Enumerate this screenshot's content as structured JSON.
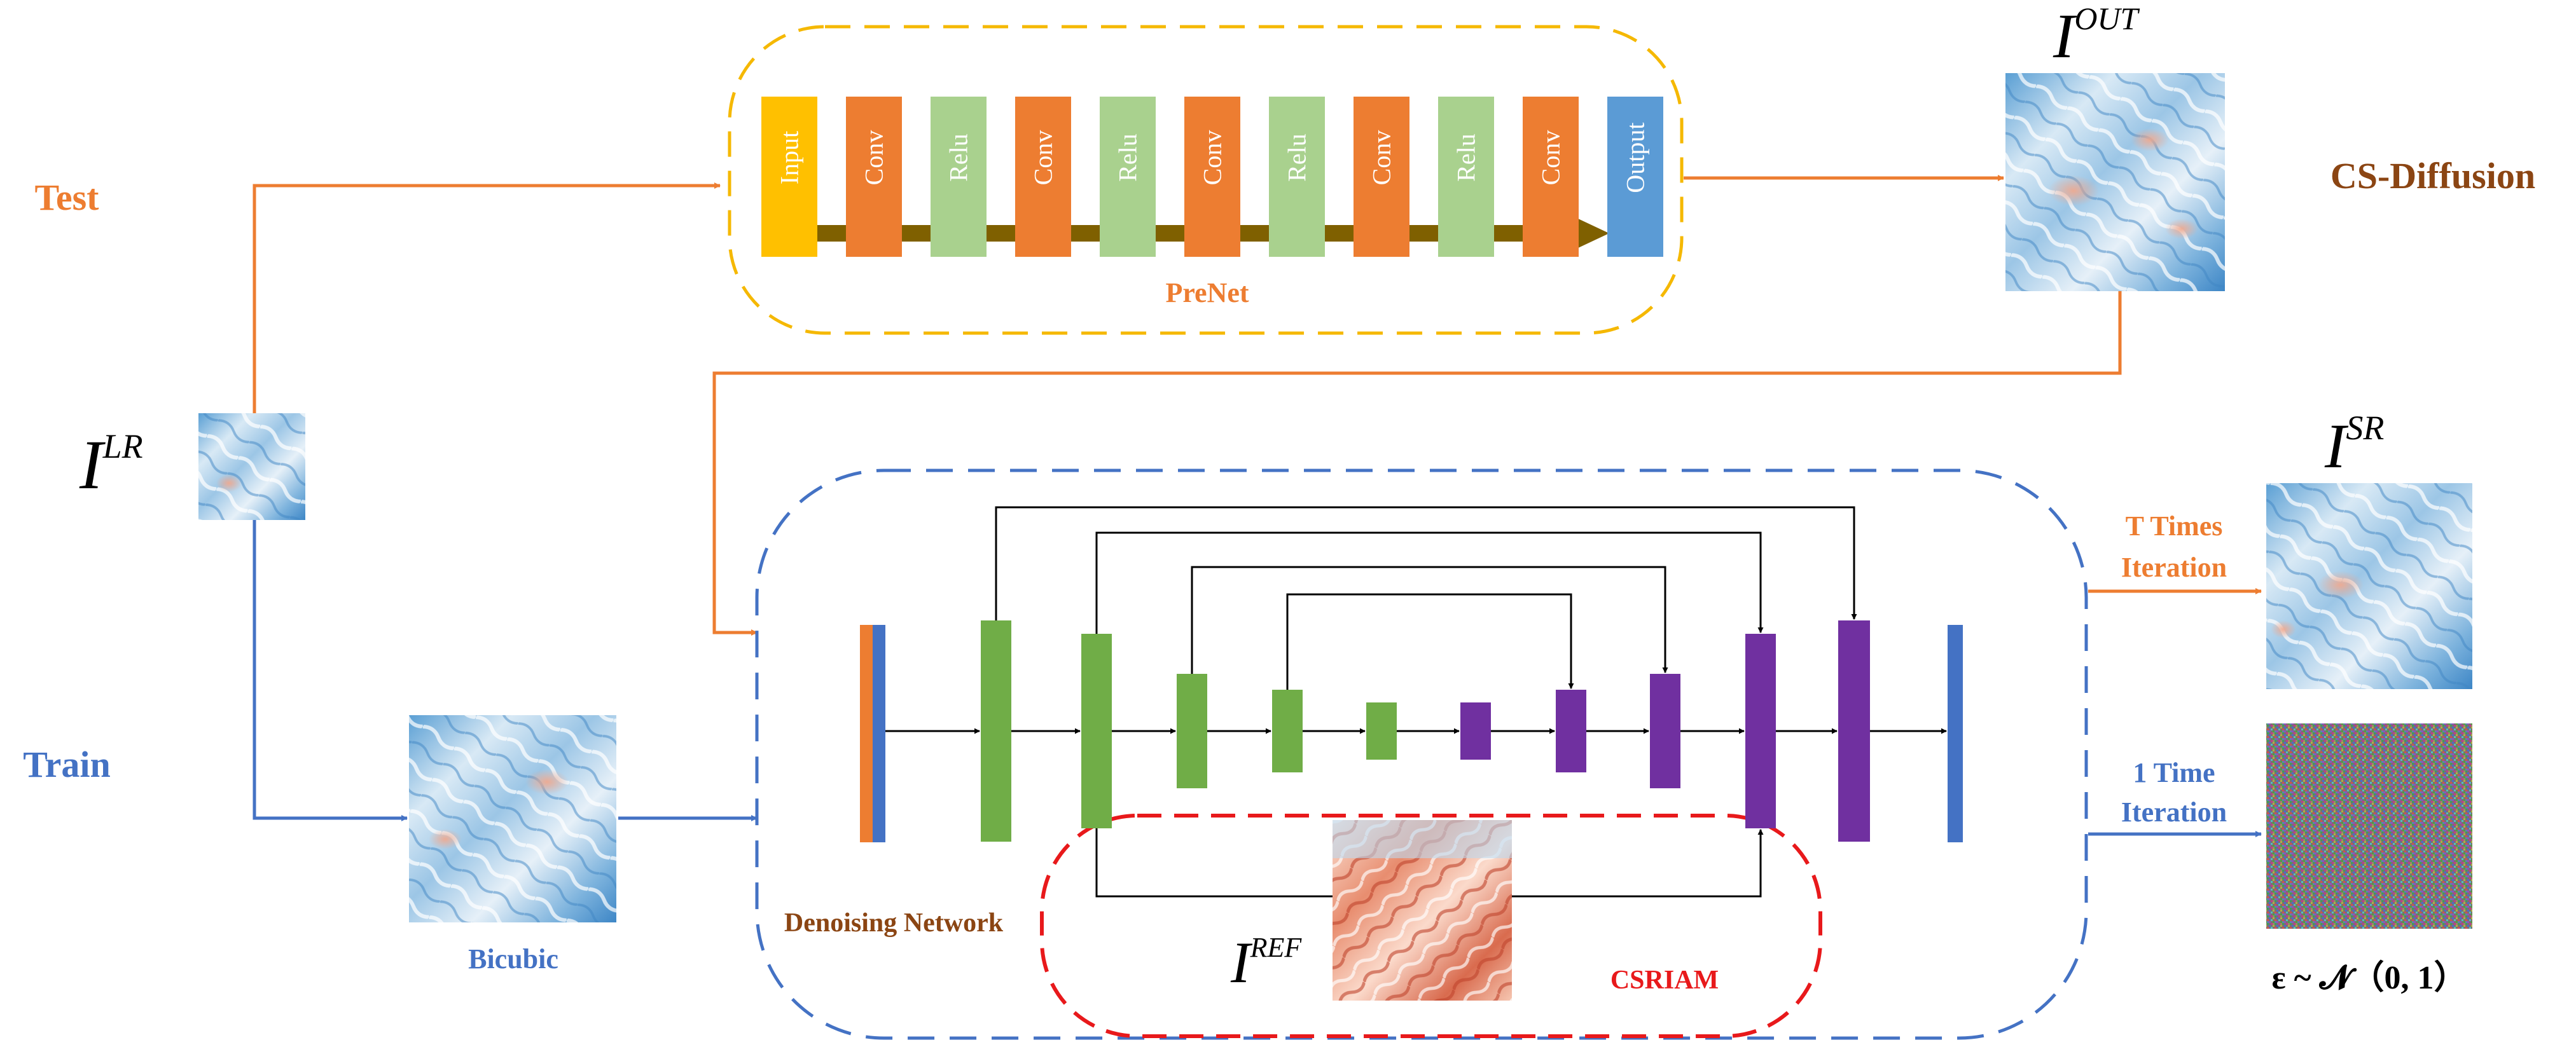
{
  "title": "CS-Diffusion",
  "labels": {
    "test": "Test",
    "train": "Train",
    "bicubic": "Bicubic",
    "prenet": "PreNet",
    "denoising_network": "Denoising Network",
    "csriam": "CSRIAM",
    "t_times": "T Times",
    "t_iteration": "Iteration",
    "one_time": "1 Time",
    "one_iteration": "Iteration",
    "noise_formula": "ε ~ 𝓝（0,  1）"
  },
  "symbols": {
    "lr": {
      "base": "I",
      "sup": "LR"
    },
    "out": {
      "base": "I",
      "sup": "OUT"
    },
    "sr": {
      "base": "I",
      "sup": "SR"
    },
    "ref": {
      "base": "I",
      "sup": "REF"
    }
  },
  "prenet_blocks": [
    "Input",
    "Conv",
    "Relu",
    "Conv",
    "Relu",
    "Conv",
    "Relu",
    "Conv",
    "Relu",
    "Conv",
    "Output"
  ],
  "colors": {
    "test_orange": "#ED7D31",
    "train_blue": "#4472C4",
    "prenet_border": "#F5B800",
    "csriam_red": "#E8191B",
    "title_brown": "#8B4513",
    "input_yellow": "#FFC000",
    "conv_orange": "#ED7D31",
    "relu_green": "#A9D18E",
    "output_blue": "#5B9BD5",
    "encoder_green": "#70AD47",
    "decoder_purple": "#7030A0",
    "arrow_olive": "#7F6000"
  },
  "icons": [
    "lr-image",
    "out-image",
    "sr-image",
    "bicubic-image",
    "ref-image",
    "noise-image"
  ]
}
